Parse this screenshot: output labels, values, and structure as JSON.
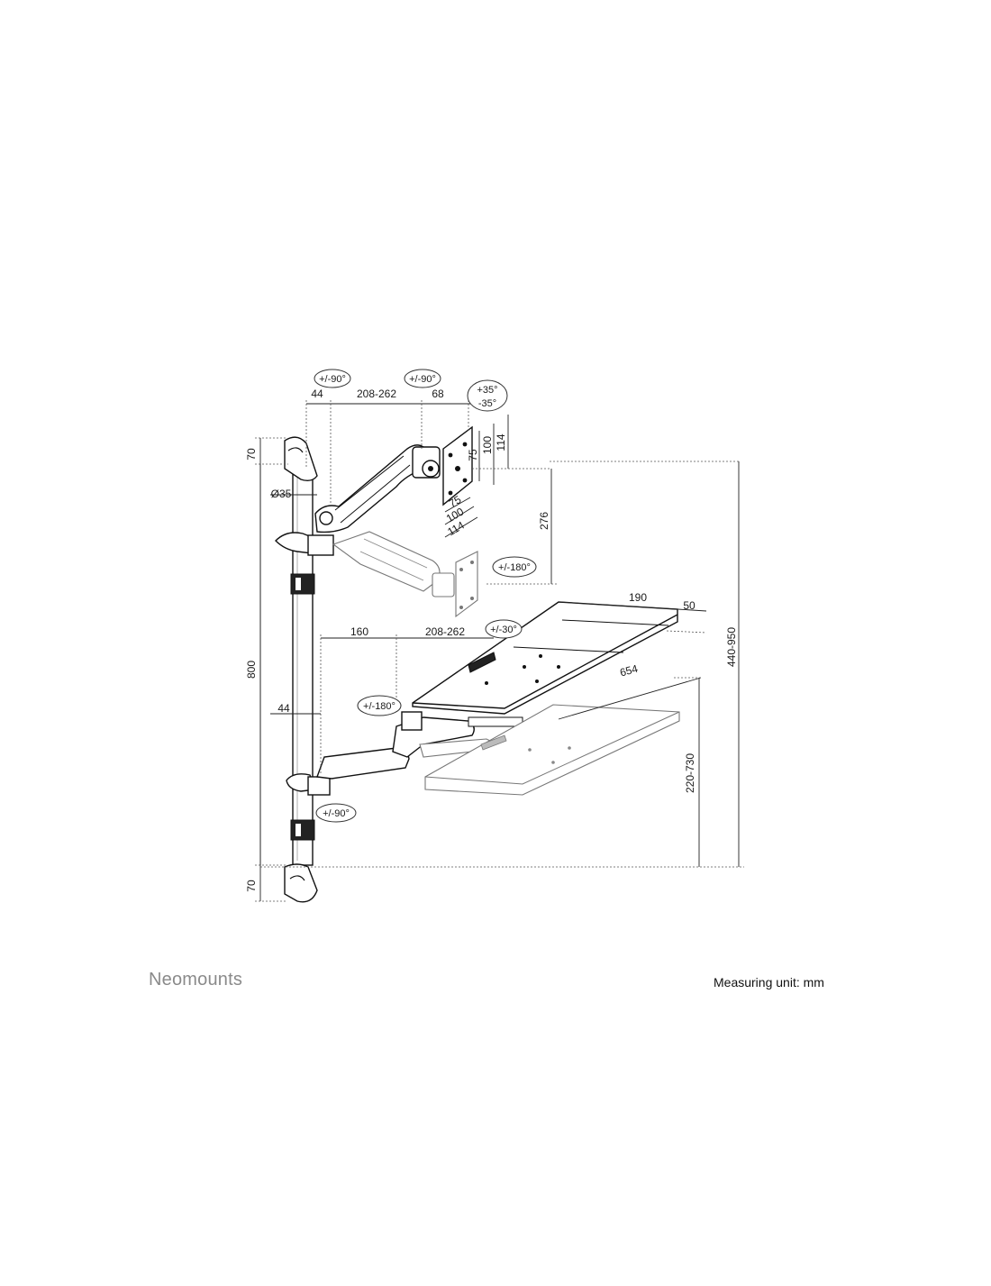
{
  "brand": "Neomounts",
  "measuring_unit": "Measuring unit: mm",
  "dimensions": {
    "top_44": "44",
    "arm_208_262_top": "208-262",
    "top_68": "68",
    "h_70_top": "70",
    "diameter_35": "Ø35",
    "h_800": "800",
    "h_70_bottom": "70",
    "v_75": "75",
    "v_100": "100",
    "v_114": "114",
    "hz_75": "75",
    "hz_100": "100",
    "hz_114": "114",
    "h_276": "276",
    "w_190": "190",
    "w_50": "50",
    "w_160": "160",
    "arm_208_262_mid": "208-262",
    "w_654": "654",
    "mid_44": "44",
    "h_440_950": "440-950",
    "h_220_730": "220-730"
  },
  "rotations": {
    "rot_top_left": "+/-90°",
    "rot_top_mid": "+/-90°",
    "tilt_plus": "+35°",
    "tilt_minus": "-35°",
    "rot_monitor": "+/-180°",
    "rot_tray_tilt": "+/-30°",
    "rot_tray": "+/-180°",
    "rot_lower": "+/-90°"
  }
}
